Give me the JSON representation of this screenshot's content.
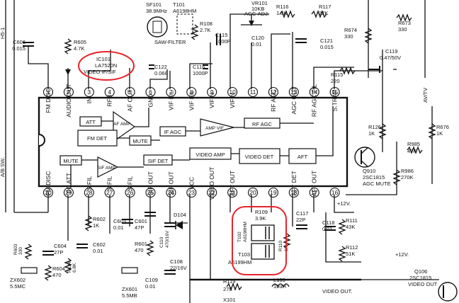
{
  "ic": {
    "ref": "IC101",
    "part": "LA7520N",
    "function": "VIDEO IF/SIF"
  },
  "top_pins": [
    {
      "num": "1",
      "label": "FM DISC"
    },
    {
      "num": "2",
      "label": "AUDIO OUT"
    },
    {
      "num": "3",
      "label": "IN"
    },
    {
      "num": "4",
      "label": "RFB"
    },
    {
      "num": "5",
      "label": "AF OUT"
    },
    {
      "num": "6",
      "label": "GND"
    },
    {
      "num": "7",
      "label": "VIF FIL"
    },
    {
      "num": "8",
      "label": "VIF FIL"
    },
    {
      "num": "9",
      "label": "VIFIN"
    },
    {
      "num": "10",
      "label": "VIFIN"
    },
    {
      "num": "11",
      "label": ""
    },
    {
      "num": "12",
      "label": "RF AGC"
    },
    {
      "num": "13",
      "label": "AGC OUT"
    },
    {
      "num": "14",
      "label": "RF AGC FIL"
    },
    {
      "num": "15",
      "label": "S.TRAP"
    }
  ],
  "bottom_pins": [
    {
      "num": "30",
      "label": "FM DISC"
    },
    {
      "num": "29",
      "label": "DC ATT"
    },
    {
      "num": "28",
      "label": "S.FIL"
    },
    {
      "num": "27",
      "label": "S.FIL"
    },
    {
      "num": "26",
      "label": "S.FIL"
    },
    {
      "num": "25",
      "label": "SIF OUT"
    },
    {
      "num": "24",
      "label": "SIF OUT"
    },
    {
      "num": "23",
      "label": "VCC"
    },
    {
      "num": "22",
      "label": "VIDEO OUT"
    },
    {
      "num": "21",
      "label": "AFT OUT"
    },
    {
      "num": "20",
      "label": ""
    },
    {
      "num": "19",
      "label": ""
    },
    {
      "num": "18",
      "label": "AFT DET"
    },
    {
      "num": "17",
      "label": "AFT OUT"
    },
    {
      "num": "16",
      "label": ""
    }
  ],
  "blocks": {
    "att": "ATT",
    "af_amp": "AF AMP",
    "fm_det": "FM DET",
    "mute1": "MUTE",
    "if_agc": "IF AGC",
    "amp_vif": "AMP VIF",
    "rf_agc": "RF AGC",
    "mute2": "MUTE",
    "sif_amp": "SIF AMP",
    "sif_det": "SIF DET",
    "video_amp": "VIDEO AMP",
    "video_det": "VIDEO DET",
    "aft": "AFT"
  },
  "components": {
    "c606": [
      "C606",
      "0.015"
    ],
    "r605": [
      "R605",
      "4.7K"
    ],
    "sf101": "SF101",
    "sf101_freq": "38.9MHz",
    "t101": [
      "T101",
      "A6198HM"
    ],
    "saw": "SAW-FILTER",
    "r108": [
      "R108",
      "2.7K"
    ],
    "c115": [
      "C115",
      "1000P"
    ],
    "vr101": [
      "VR101",
      "10KB"
    ],
    "agc_adj": "AGC-ADJ.",
    "c120": [
      "C120",
      "0.01"
    ],
    "r116": [
      "R116",
      "1.5K"
    ],
    "r117": [
      "R117",
      "22K"
    ],
    "c121": [
      "C121",
      "0.015"
    ],
    "r674": [
      "R674",
      "330"
    ],
    "r673": [
      "R673",
      "330"
    ],
    "c119": [
      "C119",
      "0.47/50V"
    ],
    "c122": [
      "C122",
      "0.068"
    ],
    "c116": [
      "C116",
      "1000P"
    ],
    "r115": [
      "R115",
      "220"
    ],
    "av_tv": "AV/TV",
    "r126": [
      "R126",
      "1K"
    ],
    "r676": [
      "R676",
      "1K"
    ],
    "r985": [
      "R985",
      "47K"
    ],
    "q910": [
      "Q910",
      "2SC1815"
    ],
    "agc_mute": "AGC MUTE",
    "r986": [
      "R986",
      "270K"
    ],
    "ab_sw": "A/B SW.",
    "r602": [
      "R602",
      "1K"
    ],
    "c603": [
      "C603",
      "0.01"
    ],
    "c601": [
      "C601",
      "47P"
    ],
    "c602": [
      "C602",
      "0.01"
    ],
    "r601": [
      "R601",
      "470"
    ],
    "c110": [
      "C110",
      "470/16V"
    ],
    "d104": "D104",
    "c108": [
      "C108",
      "22/16V"
    ],
    "c109": [
      "C109",
      "0.01"
    ],
    "r603": [
      "R603",
      "330"
    ],
    "c604": [
      "C604",
      "27P"
    ],
    "r604": [
      "R604",
      "470"
    ],
    "r124": [
      "R124",
      "6.8K"
    ],
    "zx602": [
      "ZX602",
      "5.5MC"
    ],
    "zx601": [
      "ZX601",
      "5.5MB"
    ],
    "r109": [
      "R109",
      "3.9K"
    ],
    "t102": [
      "T102",
      "A6198HM"
    ],
    "t103": [
      "T103",
      "A6199HM"
    ],
    "r110": [
      "R110",
      "1K"
    ],
    "c117": [
      "C117",
      "22P"
    ],
    "v12_a": "+12V.",
    "c118": [
      "C118",
      "0.01"
    ],
    "r111": [
      "R111",
      "43K"
    ],
    "r112": [
      "R112",
      "51K"
    ],
    "v12_b": "+12V.",
    "q106": [
      "Q106",
      "2SC1815"
    ],
    "video_out_q": "VIDEO OUT",
    "r119": [
      "R119",
      "270"
    ],
    "l103": [
      "L103",
      "15uH"
    ],
    "video_out_bus": "VIDEO OUT.",
    "top_left_cut": "H5-1",
    "x_cut": "X101"
  },
  "colors": {
    "ink": "#111111",
    "highlight": "#e8232a",
    "paper": "#ffffff"
  }
}
